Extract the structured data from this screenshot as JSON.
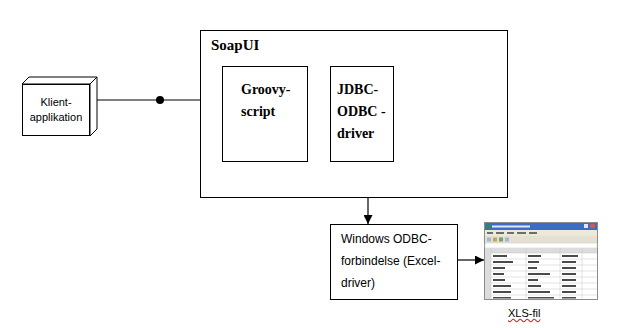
{
  "diagram": {
    "nodes": [
      {
        "text": [
          "Klient- applikation"
        ]
      },
      {
        "text": [
          "SoapUI"
        ]
      },
      {
        "text": [
          "Groovy- script"
        ],
        "in": 1
      },
      {
        "text": [
          "JDBC- ODBC -driver"
        ],
        "in": 1
      },
      {
        "text": [
          "Windows ODBC- forbindelse (Excel-driver)"
        ]
      },
      {
        "text": [
          "XLS-fil"
        ]
      }
    ],
    "edges": [
      {
        "from": 0,
        "to": 2,
        "arrow": "to"
      },
      {
        "from": 2,
        "to": 3,
        "arrow": "to"
      },
      {
        "from": 3,
        "to": 4,
        "arrow": "to"
      },
      {
        "from": 4,
        "to": 5,
        "arrow": "to"
      }
    ]
  }
}
